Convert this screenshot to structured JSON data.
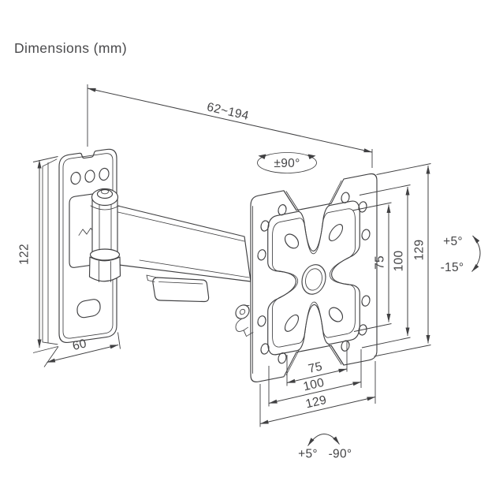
{
  "title": "Dimensions (mm)",
  "colors": {
    "line": "#404042",
    "text": "#444446",
    "background": "#ffffff"
  },
  "labels": {
    "arm_length_range": "62~194",
    "swivel_range": "±90°",
    "wall_plate_height": "122",
    "wall_plate_width": "60",
    "vesa_vertical_inner": "75",
    "vesa_vertical_middle": "100",
    "vesa_vertical_outer": "129",
    "vesa_horizontal_inner": "75",
    "vesa_horizontal_middle": "100",
    "vesa_horizontal_outer": "129",
    "tilt_up": "+5°",
    "tilt_down": "-15°",
    "rotation_up": "+5°",
    "rotation_down": "-90°"
  }
}
